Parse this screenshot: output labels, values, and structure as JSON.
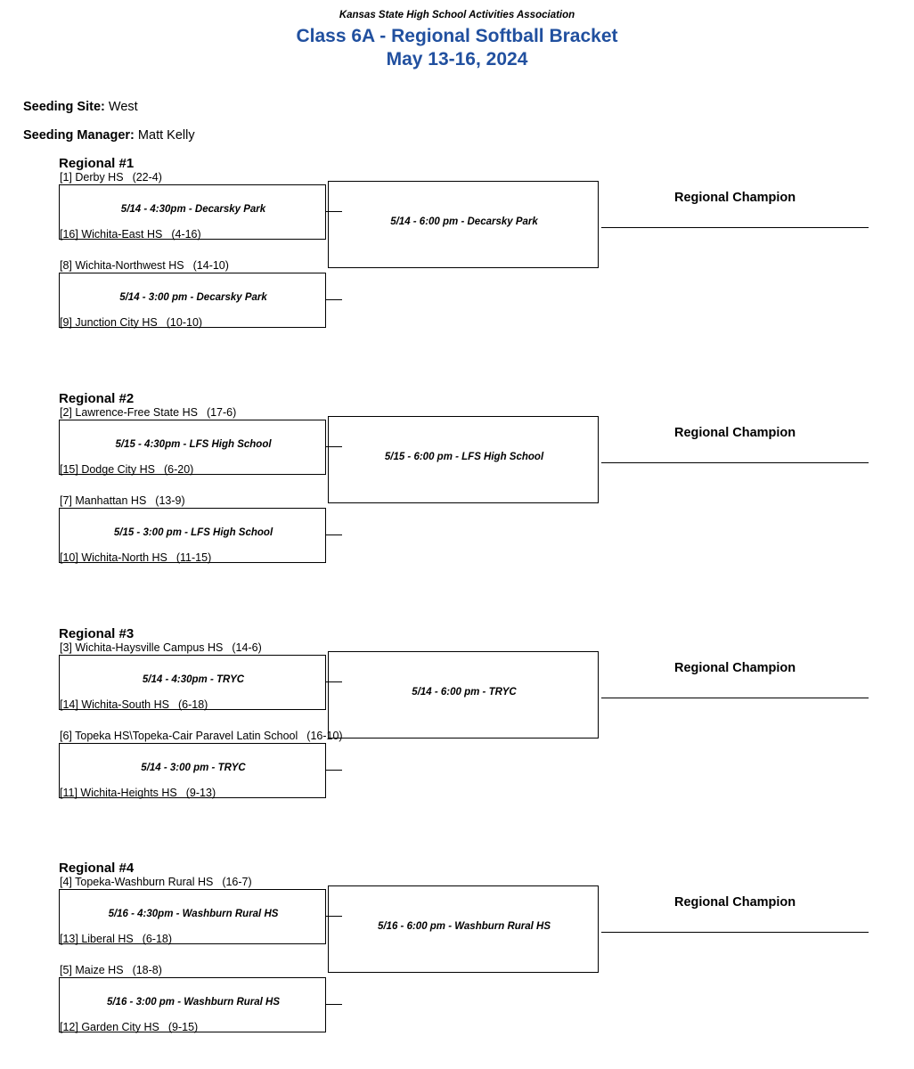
{
  "header": {
    "association": "Kansas State High School Activities Association",
    "title": "Class 6A - Regional Softball Bracket",
    "dates": "May 13-16, 2024",
    "title_color": "#21509f"
  },
  "seeding": {
    "site_label": "Seeding Site:",
    "site_value": "West",
    "manager_label": "Seeding Manager:",
    "manager_value": "Matt Kelly"
  },
  "champion_label": "Regional Champion",
  "regionals": [
    {
      "title": "Regional #1",
      "games": [
        {
          "top_team": "[1] Derby HS",
          "top_record": "(22-4)",
          "bottom_team": "[16] Wichita-East HS",
          "bottom_record": "(4-16)",
          "time": "5/14 - 4:30pm - Decarsky Park"
        },
        {
          "top_team": "[8] Wichita-Northwest HS",
          "top_record": "(14-10)",
          "bottom_team": "[9] Junction City HS",
          "bottom_record": "(10-10)",
          "time": "5/14 - 3:00 pm - Decarsky Park"
        }
      ],
      "final_time": "5/14 - 6:00 pm - Decarsky Park"
    },
    {
      "title": "Regional #2",
      "games": [
        {
          "top_team": "[2] Lawrence-Free State HS",
          "top_record": "(17-6)",
          "bottom_team": "[15] Dodge City HS",
          "bottom_record": "(6-20)",
          "time": "5/15 - 4:30pm - LFS High School"
        },
        {
          "top_team": "[7] Manhattan HS",
          "top_record": "(13-9)",
          "bottom_team": "[10] Wichita-North HS",
          "bottom_record": "(11-15)",
          "time": "5/15 - 3:00 pm - LFS High School"
        }
      ],
      "final_time": "5/15 - 6:00 pm - LFS High School"
    },
    {
      "title": "Regional #3",
      "games": [
        {
          "top_team": "[3] Wichita-Haysville Campus HS",
          "top_record": "(14-6)",
          "bottom_team": "[14] Wichita-South HS",
          "bottom_record": "(6-18)",
          "time": "5/14 - 4:30pm - TRYC"
        },
        {
          "top_team": "[6] Topeka HS\\Topeka-Cair Paravel Latin School",
          "top_record": "(16-10)",
          "bottom_team": "[11] Wichita-Heights HS",
          "bottom_record": "(9-13)",
          "time": "5/14 - 3:00 pm - TRYC"
        }
      ],
      "final_time": "5/14 - 6:00 pm - TRYC"
    },
    {
      "title": "Regional #4",
      "games": [
        {
          "top_team": "[4] Topeka-Washburn Rural HS",
          "top_record": "(16-7)",
          "bottom_team": "[13] Liberal HS",
          "bottom_record": "(6-18)",
          "time": "5/16 - 4:30pm - Washburn Rural HS"
        },
        {
          "top_team": "[5] Maize HS",
          "top_record": "(18-8)",
          "bottom_team": "[12] Garden City HS",
          "bottom_record": "(9-15)",
          "time": "5/16 - 3:00 pm - Washburn Rural HS"
        }
      ],
      "final_time": "5/16 - 6:00 pm - Washburn Rural HS"
    }
  ]
}
